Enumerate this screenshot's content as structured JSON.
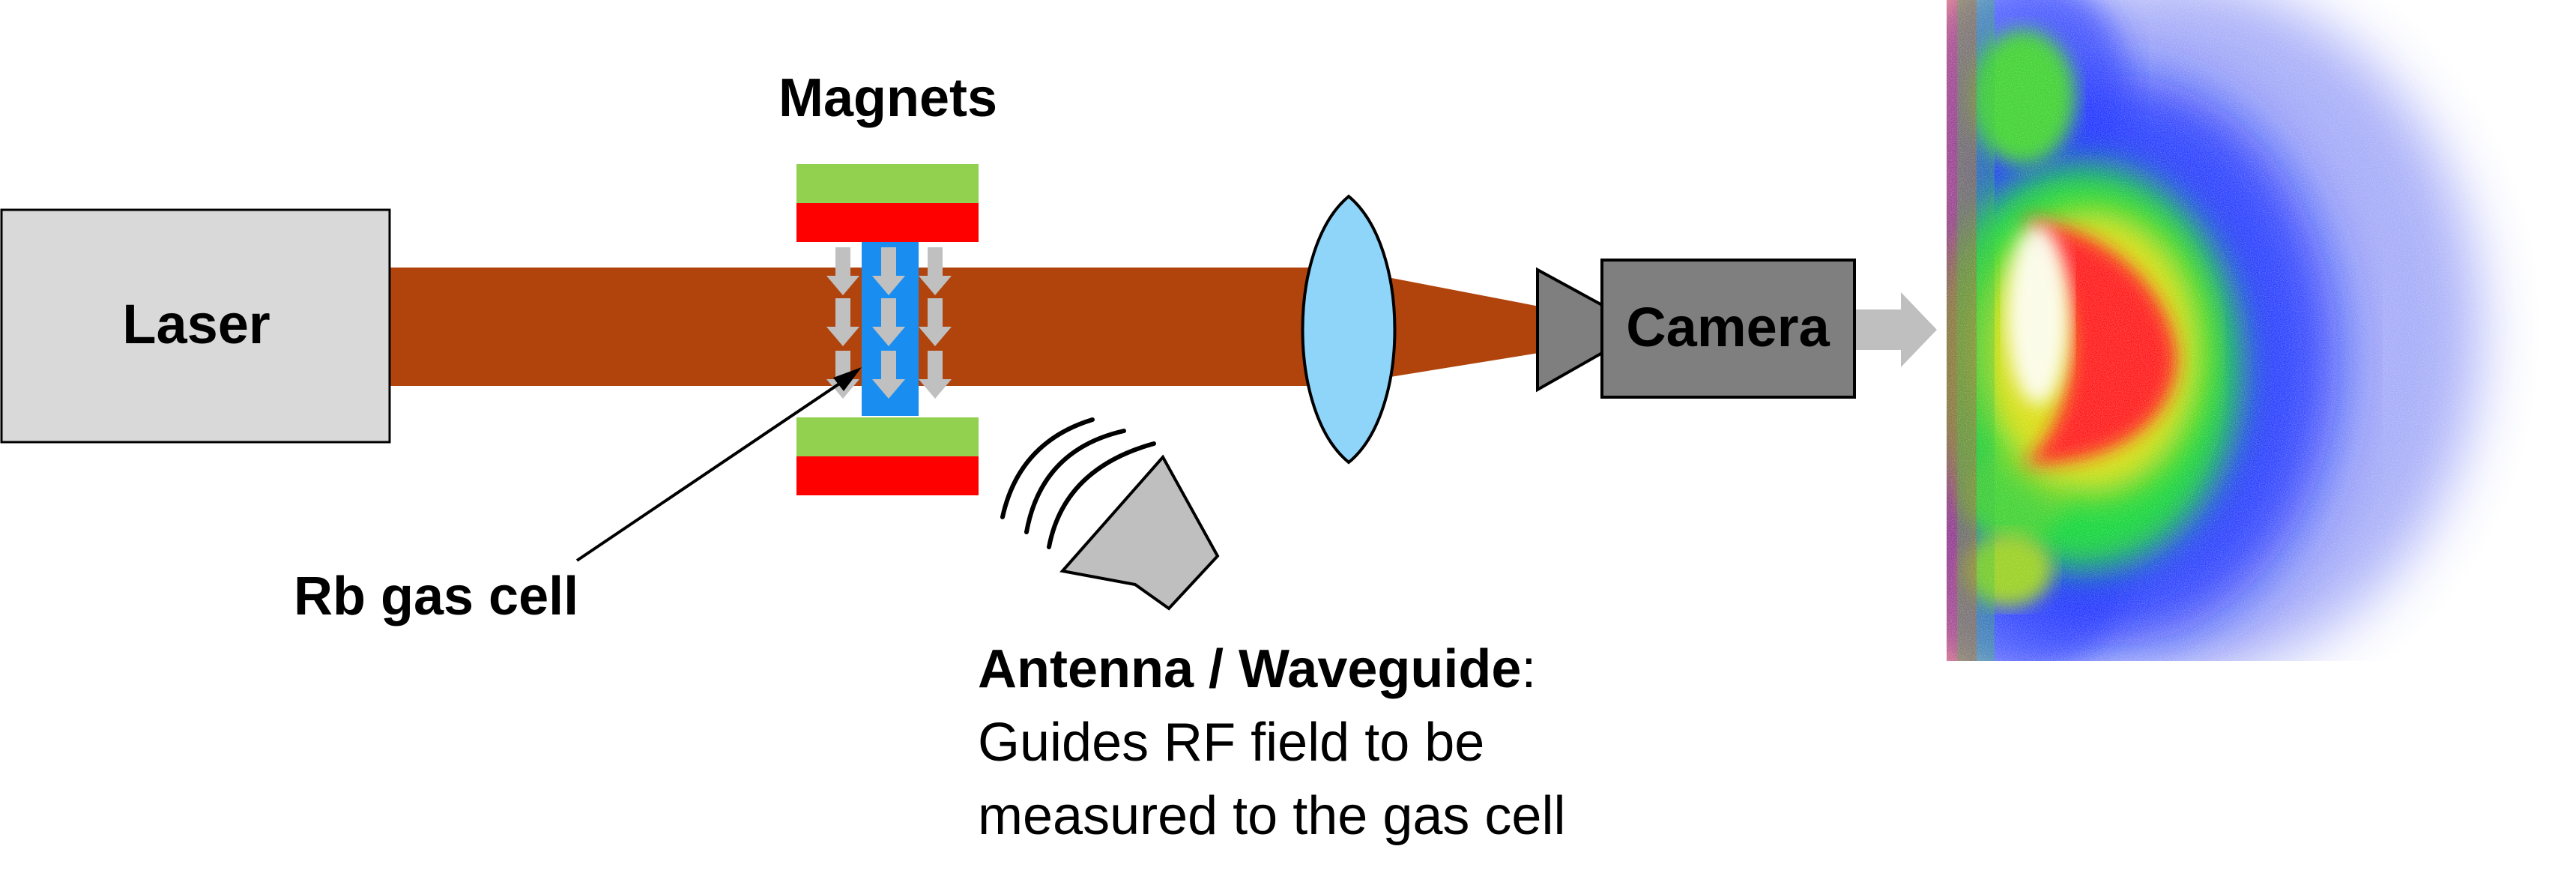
{
  "labels": {
    "magnets": "Magnets",
    "laser": "Laser",
    "camera": "Camera",
    "rb_gas_cell": "Rb gas cell",
    "antenna_title": "Antenna / Waveguide",
    "antenna_colon": ":",
    "antenna_desc_line1": "Guides RF field to be",
    "antenna_desc_line2": "measured to the gas cell"
  },
  "colors": {
    "beam": "#b0440c",
    "laser_box": "#d9d9d9",
    "magnet_green": "#92d050",
    "magnet_red": "#ff0000",
    "gas_cell": "#1a8ef0",
    "field_arrows": "#c0c0c0",
    "lens": "#8fd5fa",
    "camera": "#7f7f7f",
    "output_arrow": "#bfbfbf",
    "antenna": "#bfbfbf"
  },
  "icons": {
    "lens": "convex-lens-icon",
    "camera": "camera-icon",
    "antenna": "horn-antenna-icon",
    "rf_waves": "rf-wave-arcs-icon"
  }
}
